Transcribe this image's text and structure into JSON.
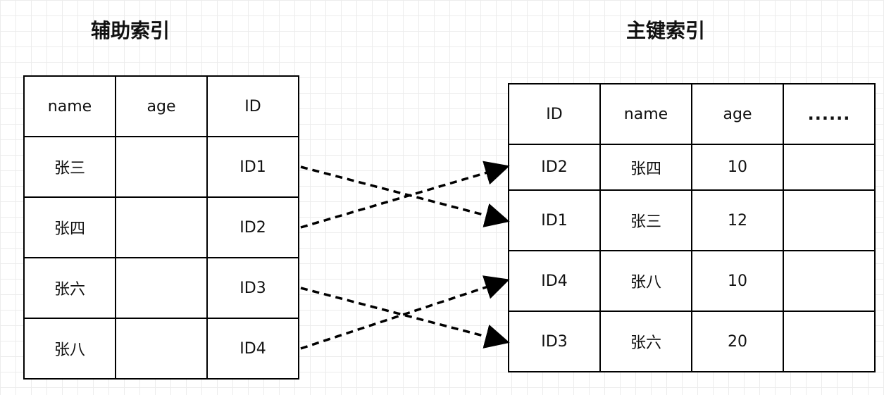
{
  "left_title": "辅助索引",
  "right_title": "主键索引",
  "secondary_index": {
    "headers": [
      "name",
      "age",
      "ID"
    ],
    "rows": [
      [
        "张三",
        "",
        "ID1"
      ],
      [
        "张四",
        "",
        "ID2"
      ],
      [
        "张六",
        "",
        "ID3"
      ],
      [
        "张八",
        "",
        "ID4"
      ]
    ]
  },
  "primary_index": {
    "headers": [
      "ID",
      "name",
      "age",
      "......"
    ],
    "rows": [
      [
        "ID2",
        "张四",
        "10",
        ""
      ],
      [
        "ID1",
        "张三",
        "12",
        ""
      ],
      [
        "ID4",
        "张八",
        "10",
        ""
      ],
      [
        "ID3",
        "张六",
        "20",
        ""
      ]
    ]
  },
  "mappings": [
    {
      "from": "ID1",
      "to": "ID1"
    },
    {
      "from": "ID2",
      "to": "ID2"
    },
    {
      "from": "ID3",
      "to": "ID3"
    },
    {
      "from": "ID4",
      "to": "ID4"
    }
  ],
  "line_color": "#000000"
}
